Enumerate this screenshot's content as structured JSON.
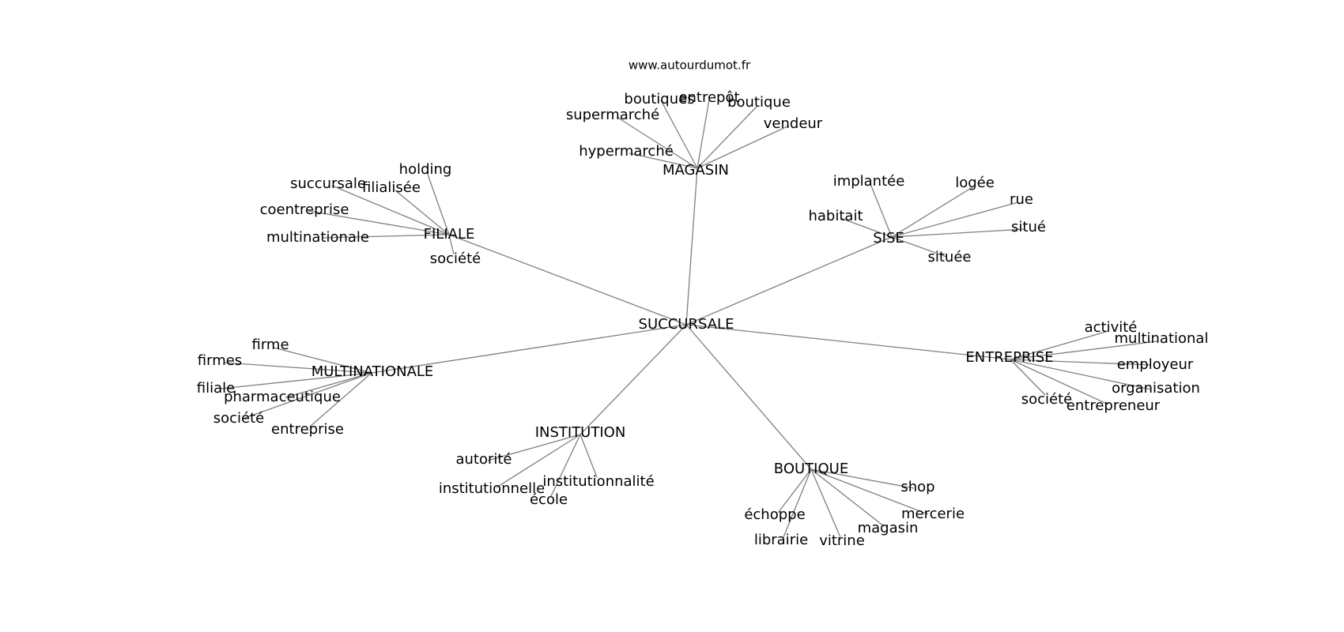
{
  "source_text": "www.autourdumot.fr",
  "graph": {
    "center": "SUCCURSALE",
    "clusters": [
      {
        "hub": "MAGASIN",
        "leaves": [
          "boutiques",
          "entrepôt",
          "boutique",
          "supermarché",
          "vendeur",
          "hypermarché"
        ]
      },
      {
        "hub": "FILIALE",
        "leaves": [
          "holding",
          "succursale",
          "filialisée",
          "coentreprise",
          "multinationale",
          "société"
        ]
      },
      {
        "hub": "SISE",
        "leaves": [
          "implantée",
          "logée",
          "rue",
          "habitait",
          "situé",
          "située"
        ]
      },
      {
        "hub": "MULTINATIONALE",
        "leaves": [
          "firme",
          "firmes",
          "filiale",
          "pharmaceutique",
          "société",
          "entreprise"
        ]
      },
      {
        "hub": "ENTREPRISE",
        "leaves": [
          "activité",
          "multinational",
          "employeur",
          "organisation",
          "société",
          "entrepreneur"
        ]
      },
      {
        "hub": "INSTITUTION",
        "leaves": [
          "autorité",
          "institutionnelle",
          "institutionnalité",
          "école"
        ]
      },
      {
        "hub": "BOUTIQUE",
        "leaves": [
          "shop",
          "mercerie",
          "échoppe",
          "magasin",
          "librairie",
          "vitrine"
        ]
      }
    ]
  }
}
